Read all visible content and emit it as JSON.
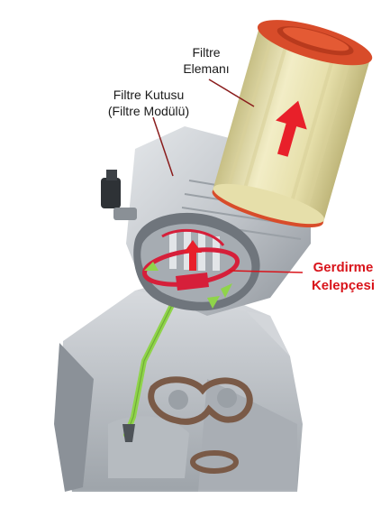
{
  "labels": {
    "filter_element": [
      "Filtre",
      "Elemanı"
    ],
    "filter_housing": [
      "Filtre Kutusu",
      "(Filtre Modülü)"
    ],
    "tension_clamp": [
      "Gerdirme",
      "Kelepçesi"
    ]
  },
  "colors": {
    "callout_text": "#d9141b",
    "element_body": "#ece7b4",
    "element_seal": "#d84c2a",
    "flow_arrow": "#e8202a",
    "clamp": "#d61f3a",
    "drain_tube": "#8fd44a",
    "housing_metal": "#c4c8ce",
    "oring": "#7a5a47"
  }
}
